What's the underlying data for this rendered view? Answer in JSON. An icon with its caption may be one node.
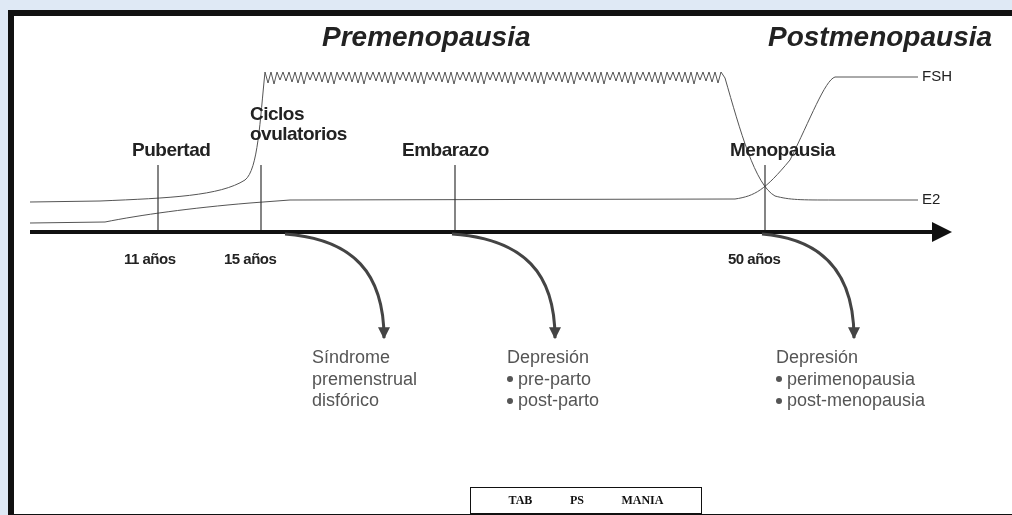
{
  "diagram": {
    "nodes": [
      {
        "text": [],
        "shape": "bar"
      },
      {
        "text": [
          "Síndrome premenstrual disfórico"
        ]
      },
      {
        "text": [
          "Depresión",
          "pre-parto",
          "post-parto"
        ]
      },
      {
        "text": [
          "Depresión",
          "perimenopausia",
          "post-menopausia"
        ]
      },
      {
        "text": [
          "TAB",
          "PS",
          "MANIA"
        ]
      }
    ],
    "edges": [
      {
        "from": 0,
        "to": 1,
        "arrow": "to"
      },
      {
        "from": 0,
        "to": 2,
        "arrow": "to"
      },
      {
        "from": 0,
        "to": 3,
        "arrow": "to"
      }
    ],
    "labels": [
      "Premenopausia",
      "Postmenopausia",
      "FSH",
      "Ciclos ovulatorios",
      "Pubertad",
      "Embarazo",
      "Menopausia",
      "E2",
      "11 años",
      "15 años",
      "50 años"
    ]
  }
}
